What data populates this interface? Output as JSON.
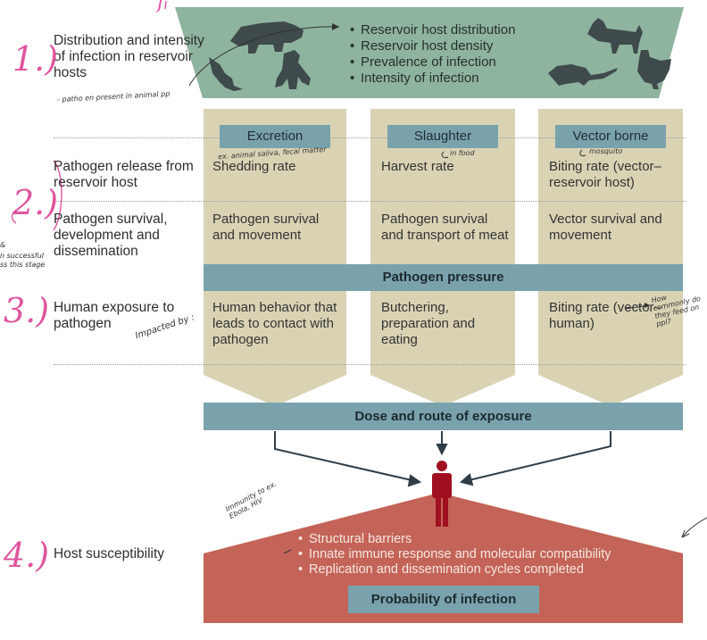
{
  "colors": {
    "reservoir_band": "#8eb39e",
    "column_fill": "#d9d3b4",
    "bar": "#7aa2ad",
    "host_fill": "#c46458",
    "person": "#a01020",
    "annotation_pink": "#e0559f"
  },
  "reservoir": {
    "left_label": "Distribution and intensity of infection in reservoir hosts",
    "bullets": [
      "Reservoir host distribution",
      "Reservoir host density",
      "Prevalence of infection",
      "Intensity of infection"
    ]
  },
  "rows": {
    "release": "Pathogen release from reservoir host",
    "survival": "Pathogen survival, development and dissemination",
    "exposure": "Human exposure to pathogen",
    "susceptibility": "Host susceptibility"
  },
  "columns": [
    {
      "header": "Excretion",
      "release": "Shedding rate",
      "survival": "Pathogen survival and movement",
      "exposure": "Human behavior that leads to contact with pathogen"
    },
    {
      "header": "Slaughter",
      "release": "Harvest rate",
      "survival": "Pathogen survival and transport of meat",
      "exposure": "Butchering, preparation and eating"
    },
    {
      "header": "Vector borne",
      "release": "Biting rate (vector–reservoir host)",
      "survival": "Vector survival and movement",
      "exposure": "Biting rate (vector–human)"
    }
  ],
  "pathogen_pressure": "Pathogen pressure",
  "dose_route": "Dose and route of exposure",
  "host": {
    "bullets": [
      "Structural barriers",
      "Innate immune response and molecular compatibility",
      "Replication and dissemination cycles completed"
    ],
    "probability": "Probability of infection"
  },
  "annotations": {
    "n1": "1.)",
    "n2": "2.)",
    "n3": "3.)",
    "n4": "4.)",
    "note_reservoir": "- patho en present in animal pp",
    "note_excretion": "ex. animal saliva, fecal matter",
    "note_slaughter": "in food",
    "note_vector": "mosquito",
    "note_biting": "How commonly do they feed on ppl?",
    "note_exposure": "Impacted by :",
    "note_immunity": "Immunity to ex. Ebola, HIV",
    "note_left_a": "&",
    "note_left_b": "n successful",
    "note_left_c": "ss this stage",
    "mark_top": "ſ"
  },
  "icons": [
    "boar-icon",
    "bat-icon",
    "chimpanzee-icon",
    "goat-icon",
    "rat-icon",
    "chicken-icon",
    "person-icon"
  ]
}
